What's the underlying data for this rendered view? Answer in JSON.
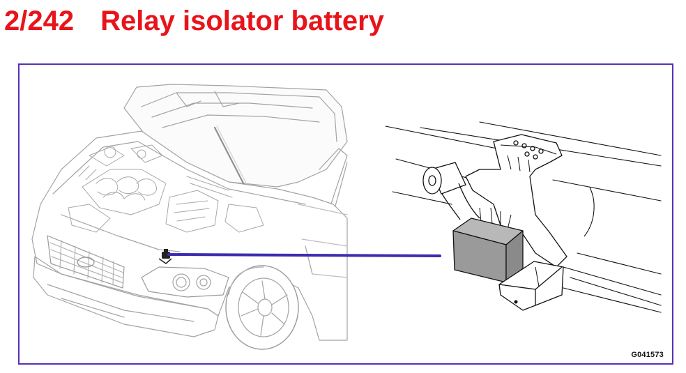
{
  "title": {
    "number": "2/242",
    "text": "Relay isolator battery"
  },
  "figure": {
    "code": "G041573"
  },
  "colors": {
    "title": "#e8141b",
    "frame": "#5b2fb5",
    "leader_line": "#3b2bb0",
    "relay_fill": "#9a9a9a",
    "line_art": "#9b9b9b"
  },
  "icons": {
    "car": "car-front-engine-bay-drawing",
    "relay": "relay-box-drawing",
    "bracket": "mounting-bracket-drawing"
  }
}
